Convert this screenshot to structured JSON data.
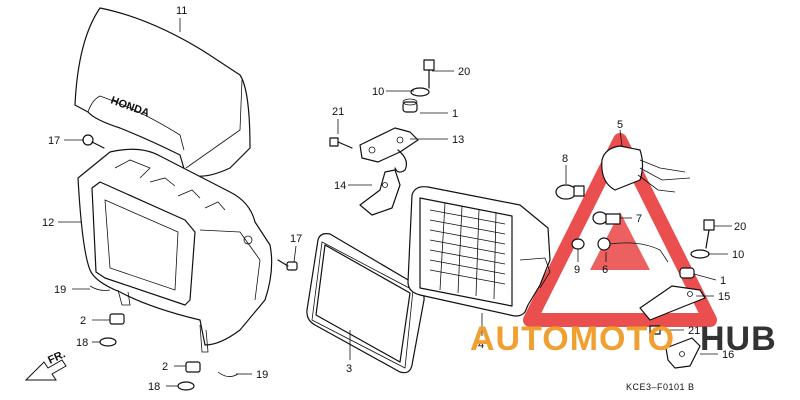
{
  "diagram_code": "KCE3–F0101 B",
  "brand_on_visor": "HONDA",
  "direction_label": "FR.",
  "watermark": {
    "part1": "AUTOMOTO",
    "part2": "HUB",
    "color_orange": "#f0a030",
    "color_dark": "#333333",
    "triangle_color": "#e83030"
  },
  "callouts": {
    "c11": "11",
    "c20a": "20",
    "c10a": "10",
    "c1a": "1",
    "c21a": "21",
    "c13": "13",
    "c17a": "17",
    "c14": "14",
    "c12": "12",
    "c5": "5",
    "c8": "8",
    "c7": "7",
    "c20b": "20",
    "c17b": "17",
    "c9": "9",
    "c6": "6",
    "c10b": "10",
    "c1b": "1",
    "c19a": "19",
    "c15": "15",
    "c2a": "2",
    "c18a": "18",
    "c21b": "21",
    "c3": "3",
    "c4": "4",
    "c16": "16",
    "c2b": "2",
    "c19b": "19",
    "c18b": "18"
  }
}
